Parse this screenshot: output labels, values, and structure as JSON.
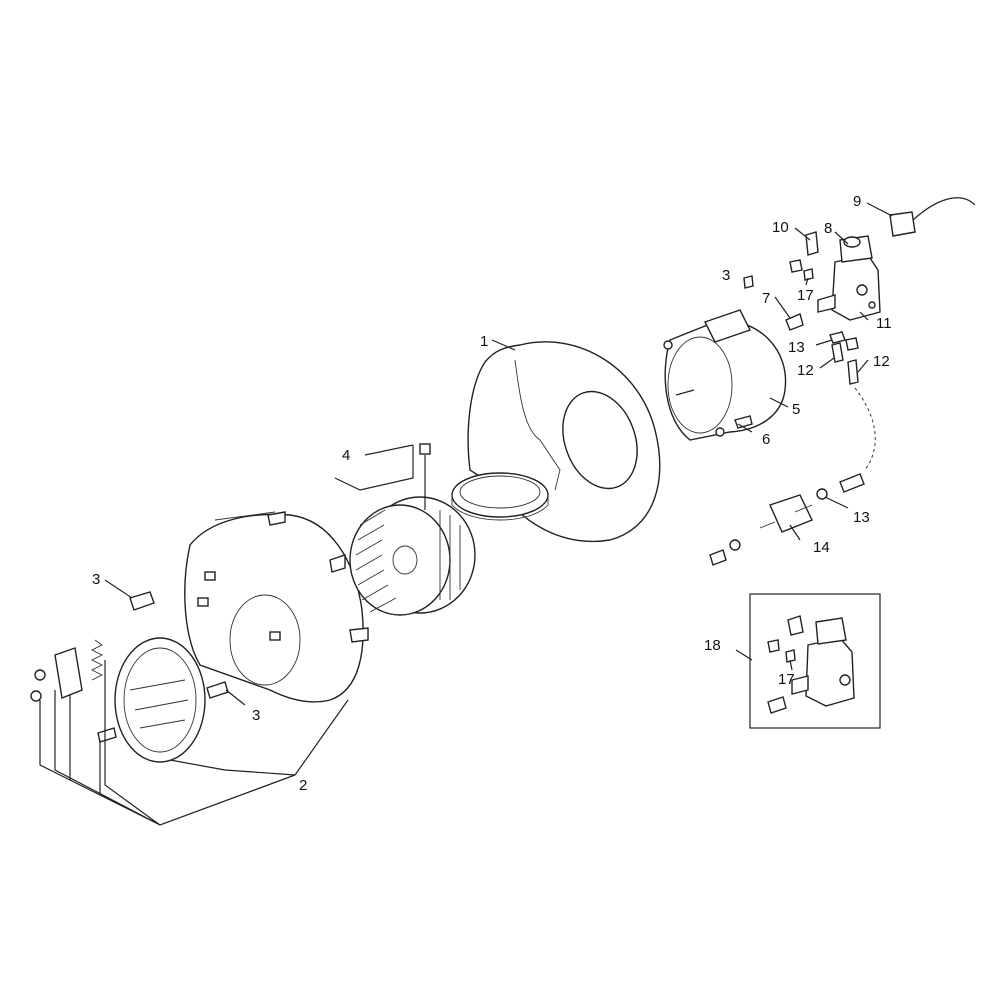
{
  "callouts": {
    "c1": "1",
    "c2": "2",
    "c3a": "3",
    "c3b": "3",
    "c3c": "3",
    "c4": "4",
    "c5": "5",
    "c6": "6",
    "c7": "7",
    "c8": "8",
    "c9": "9",
    "c10": "10",
    "c11": "11",
    "c12a": "12",
    "c12b": "12",
    "c13a": "13",
    "c13b": "13",
    "c14": "14",
    "c17a": "17",
    "c17b": "17",
    "c18": "18"
  }
}
